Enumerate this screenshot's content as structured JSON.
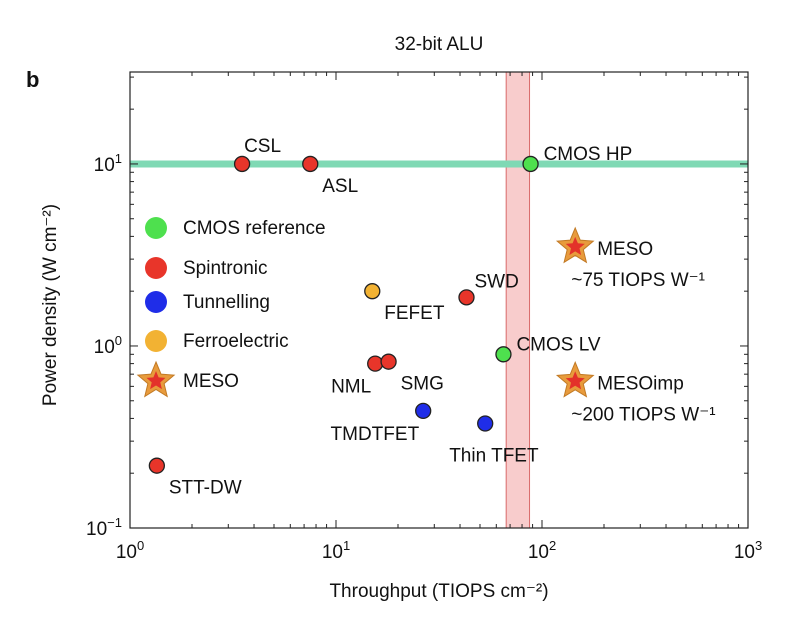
{
  "panel_label": "b",
  "chart_data": {
    "type": "scatter",
    "title": "32-bit ALU",
    "xlabel": "Throughput (TIOPS cm⁻²)",
    "ylabel": "Power density (W cm⁻²)",
    "xscale": "log",
    "yscale": "log",
    "xlim": [
      1,
      1000
    ],
    "ylim": [
      0.1,
      32
    ],
    "x_ticks": [
      {
        "value": 1,
        "base": "10",
        "exp": "0"
      },
      {
        "value": 10,
        "base": "10",
        "exp": "1"
      },
      {
        "value": 100,
        "base": "10",
        "exp": "2"
      },
      {
        "value": 1000,
        "base": "10",
        "exp": "3"
      }
    ],
    "y_ticks": [
      {
        "value": 0.1,
        "base": "10",
        "exp": "−1"
      },
      {
        "value": 1,
        "base": "10",
        "exp": "0"
      },
      {
        "value": 10,
        "base": "10",
        "exp": "1"
      }
    ],
    "reference_line": {
      "y": 10,
      "color": "#7fd9b4"
    },
    "reference_band": {
      "x_min": 67,
      "x_max": 87,
      "color": "#f08f8f"
    },
    "legend_position": "left",
    "legend": [
      {
        "label": "CMOS reference",
        "marker": "circle",
        "color": "#4ee04e"
      },
      {
        "label": "Spintronic",
        "marker": "circle",
        "color": "#e8352a"
      },
      {
        "label": "Tunnelling",
        "marker": "circle",
        "color": "#1f2de8"
      },
      {
        "label": "Ferroelectric",
        "marker": "circle",
        "color": "#f2b233"
      },
      {
        "label": "MESO",
        "marker": "star",
        "color": "#e89b3c"
      }
    ],
    "points": [
      {
        "label": "CSL",
        "x": 3.5,
        "y": 10,
        "category": "Spintronic",
        "label_pos": "above"
      },
      {
        "label": "ASL",
        "x": 7.5,
        "y": 10,
        "category": "Spintronic",
        "label_pos": "below-right"
      },
      {
        "label": "CMOS HP",
        "x": 88,
        "y": 10,
        "category": "CMOS reference",
        "label_pos": "right"
      },
      {
        "label": "FEFET",
        "x": 15,
        "y": 2.0,
        "category": "Ferroelectric",
        "label_pos": "below-right"
      },
      {
        "label": "SWD",
        "x": 43,
        "y": 1.85,
        "category": "Spintronic",
        "label_pos": "above-right"
      },
      {
        "label": "CMOS LV",
        "x": 65,
        "y": 0.9,
        "category": "CMOS reference",
        "label_pos": "right"
      },
      {
        "label": "NML",
        "x": 15.5,
        "y": 0.8,
        "category": "Spintronic",
        "label_pos": "below-left"
      },
      {
        "label": "SMG",
        "x": 18,
        "y": 0.82,
        "category": "Spintronic",
        "label_pos": "below-right"
      },
      {
        "label": "TMDTFET",
        "x": 26.5,
        "y": 0.44,
        "category": "Tunnelling",
        "label_pos": "below-left"
      },
      {
        "label": "Thin TFET",
        "x": 53,
        "y": 0.375,
        "category": "Tunnelling",
        "label_pos": "below"
      },
      {
        "label": "STT-DW",
        "x": 1.35,
        "y": 0.22,
        "category": "Spintronic",
        "label_pos": "below-right"
      }
    ],
    "meso_points": [
      {
        "x": 145,
        "y": 3.5,
        "line1": "MESO",
        "line2": "~75 TIOPS W⁻¹"
      },
      {
        "x": 145,
        "y": 0.64,
        "line1": "MESOimp",
        "line2": "~200 TIOPS W⁻¹"
      }
    ]
  }
}
